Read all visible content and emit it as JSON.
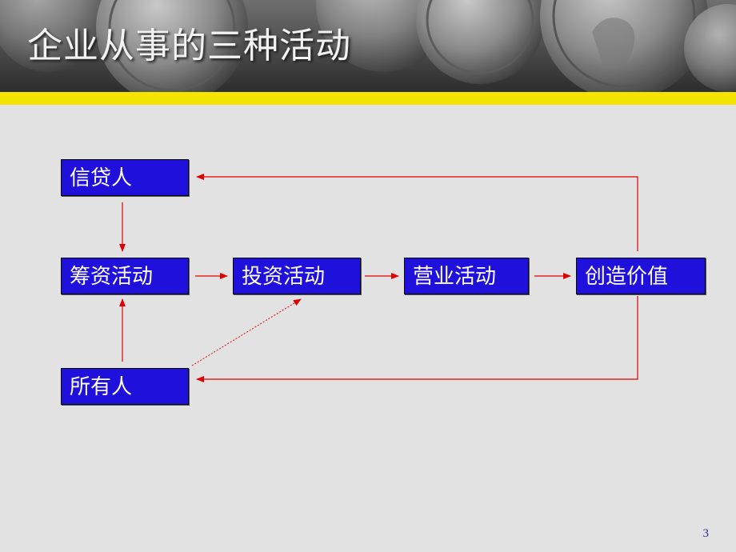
{
  "slide": {
    "title": "企业从事的三种活动",
    "page_number": "3"
  },
  "diagram": {
    "nodes": {
      "creditor": "信贷人",
      "financing": "筹资活动",
      "investing": "投资活动",
      "operating": "营业活动",
      "value": "创造价值",
      "owner": "所有人"
    }
  },
  "colors": {
    "box_fill": "#1f10dc",
    "arrow": "#e00000",
    "accent_bar": "#f4e400",
    "background": "#e2e2e2"
  }
}
